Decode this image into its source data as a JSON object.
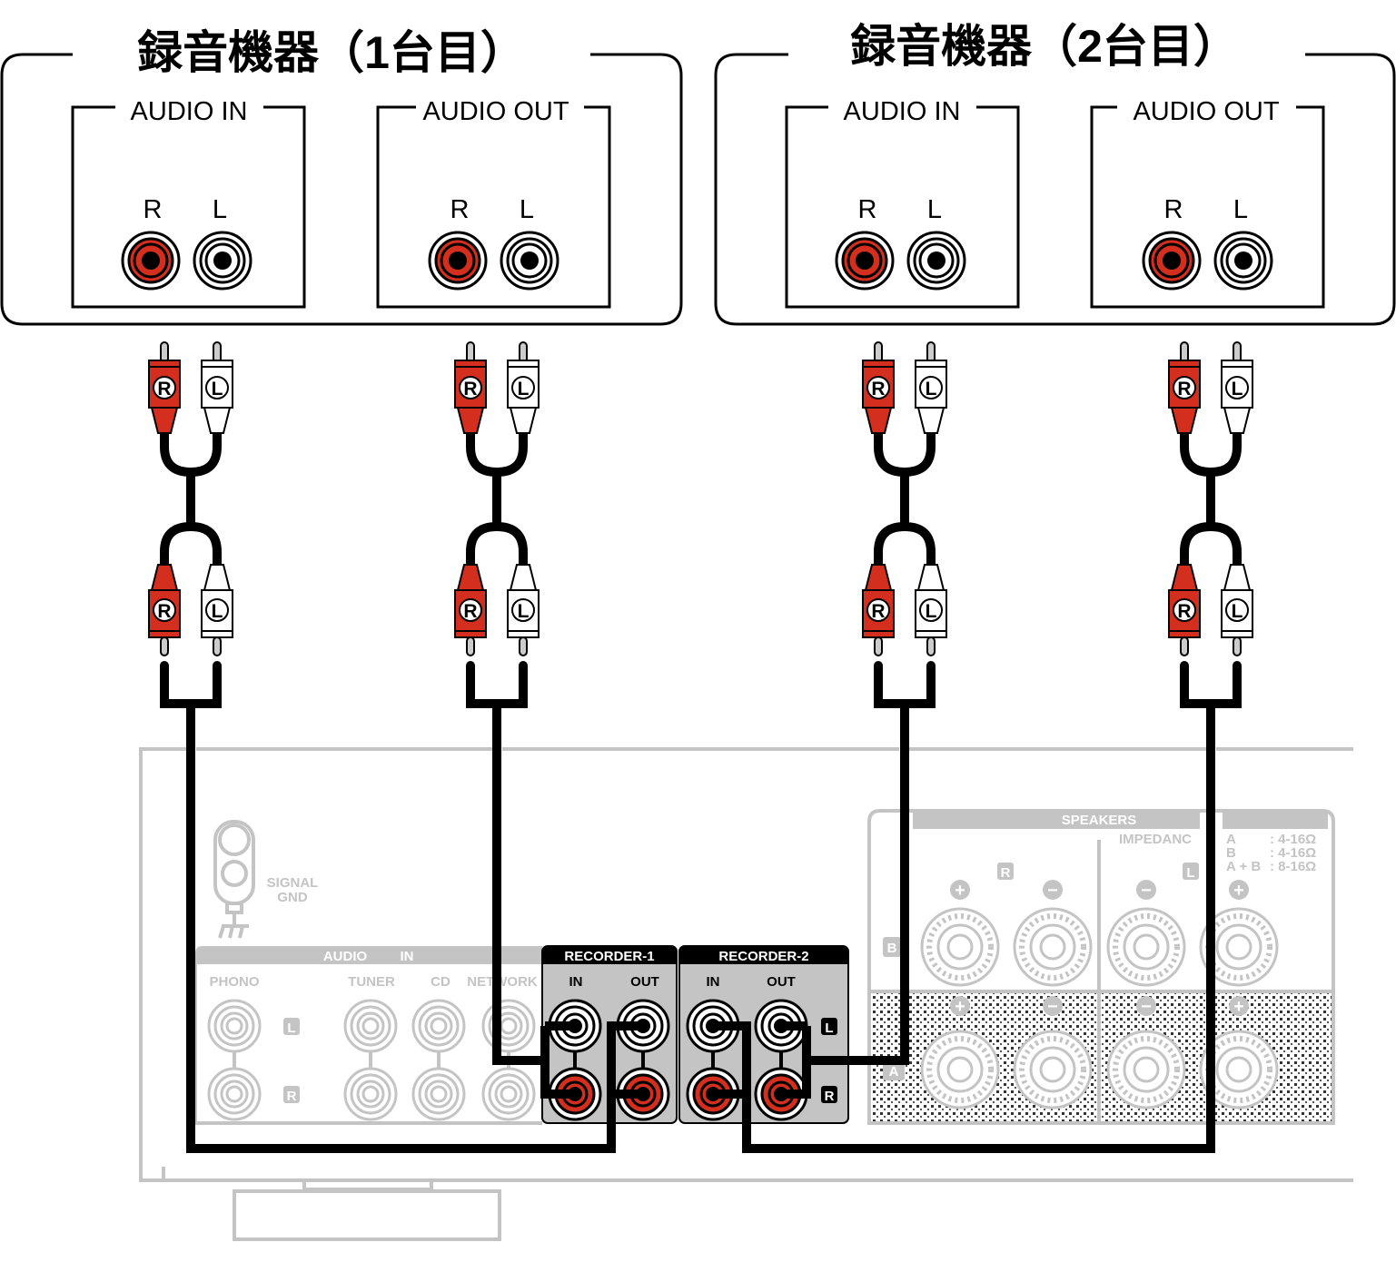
{
  "colors": {
    "red": "#d42e1e",
    "panel_gray": "#c4c4c4",
    "wire": "#000000"
  },
  "recorders": [
    {
      "title": "録音機器（1台目）",
      "inputs": {
        "label": "AUDIO IN",
        "r": "R",
        "l": "L"
      },
      "outputs": {
        "label": "AUDIO OUT",
        "r": "R",
        "l": "L"
      }
    },
    {
      "title": "録音機器（2台目）",
      "inputs": {
        "label": "AUDIO IN",
        "r": "R",
        "l": "L"
      },
      "outputs": {
        "label": "AUDIO OUT",
        "r": "R",
        "l": "L"
      }
    }
  ],
  "plug_labels": {
    "r": "R",
    "l": "L"
  },
  "amplifier": {
    "signal_gnd": [
      "SIGNAL",
      "GND"
    ],
    "audio_in": {
      "label": "AUDIO",
      "label2": "IN",
      "inputs": [
        "PHONO",
        "TUNER",
        "CD",
        "NETWORK"
      ],
      "l": "L",
      "r": "R"
    },
    "recorder1": {
      "label": "RECORDER-1",
      "in": "IN",
      "out": "OUT"
    },
    "recorder2": {
      "label": "RECORDER-2",
      "in": "IN",
      "out": "OUT"
    },
    "channel_l": "L",
    "channel_r": "R",
    "speakers": {
      "label": "SPEAKERS",
      "impedance_label": "IMPEDANC",
      "impedance": [
        {
          "name": "A",
          "value": ":  4-16Ω"
        },
        {
          "name": "B",
          "value": ":  4-16Ω"
        },
        {
          "name": "A + B",
          "value": ":  8-16Ω"
        }
      ],
      "r": "R",
      "l": "L",
      "a": "A",
      "b": "B"
    }
  }
}
